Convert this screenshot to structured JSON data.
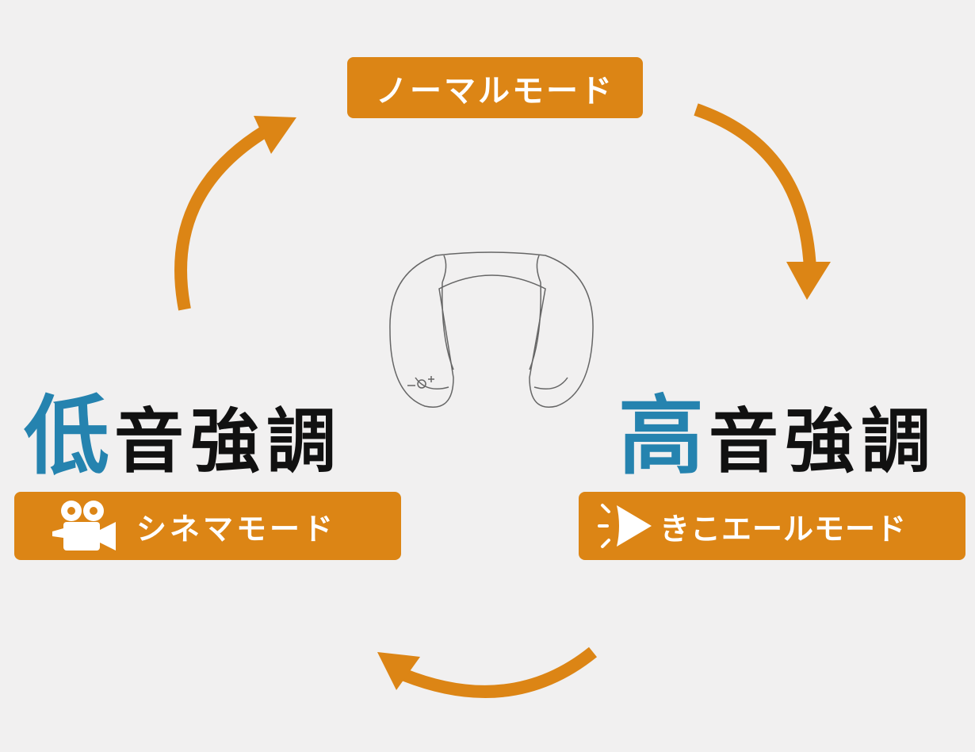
{
  "colors": {
    "accent_orange": "#dc8515",
    "accent_blue": "#2583af",
    "text_dark": "#111111",
    "background": "#f1f0f0"
  },
  "normal_mode": {
    "label": "ノーマルモード"
  },
  "bass_emphasis": {
    "accent_char": "低",
    "rest": "音強調",
    "mode_label": "シネマモード",
    "icon": "movie-camera-icon"
  },
  "treble_emphasis": {
    "accent_char": "高",
    "rest": "音強調",
    "mode_label": "きこエールモード",
    "icon": "speech-play-icon"
  },
  "device": {
    "icon": "neck-speaker-illustration"
  },
  "cycle_arrows": [
    "cycle-arrow-icon"
  ]
}
